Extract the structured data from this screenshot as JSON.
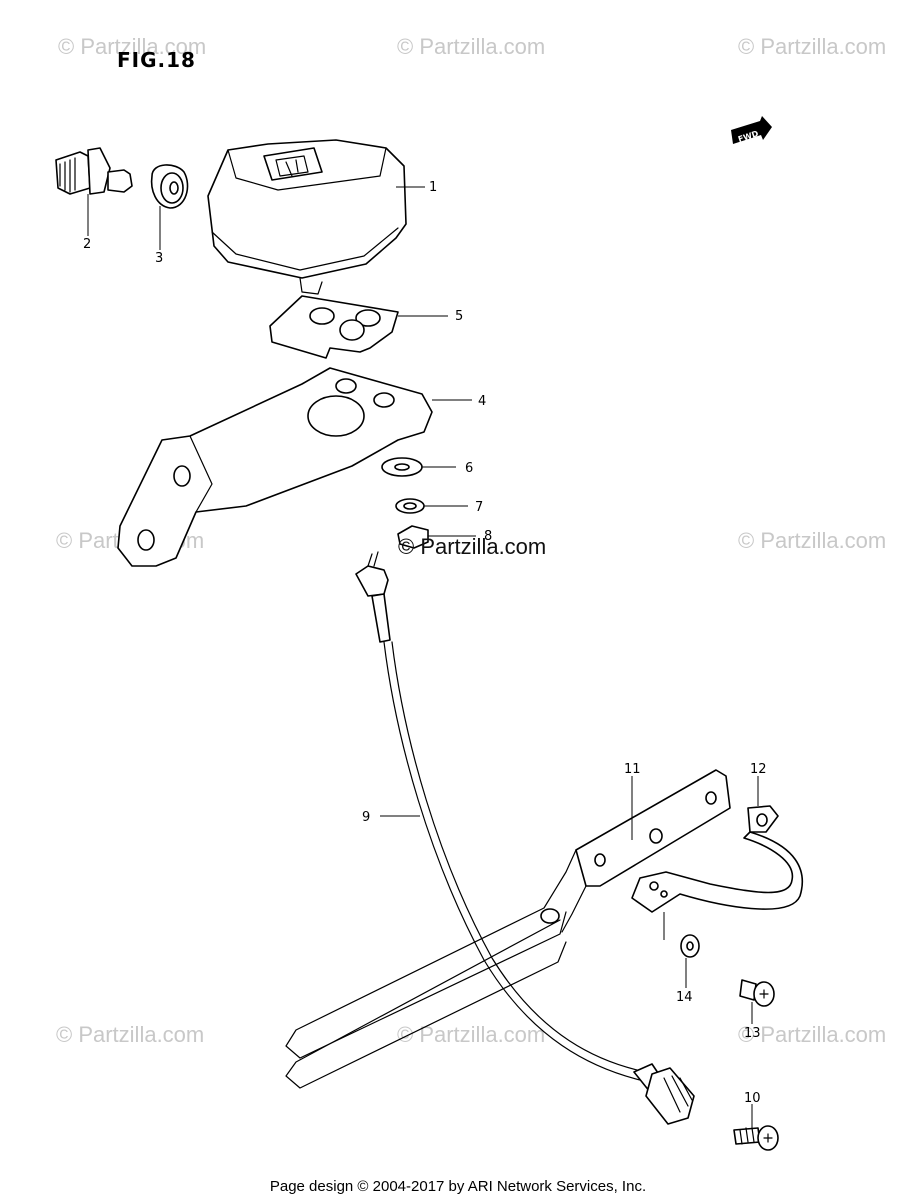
{
  "figure": {
    "title": "FIG.18"
  },
  "watermarks": {
    "top_left": "© Partzilla.com",
    "top_center": "© Partzilla.com",
    "top_right": "© Partzilla.com",
    "mid_left": "© Partzilla.com",
    "mid_center": "© Partzilla.com",
    "mid_right": "© Partzilla.com",
    "bottom_left": "© Partzilla.com",
    "bottom_center": "© Partzilla.com",
    "bottom_right": "© Partzilla.com"
  },
  "fwd_label": "FWD",
  "callouts": {
    "c1": "1",
    "c2": "2",
    "c3": "3",
    "c4": "4",
    "c5": "5",
    "c6": "6",
    "c7": "7",
    "c8": "8",
    "c9": "9",
    "c10": "10",
    "c11": "11",
    "c12": "12",
    "c13": "13",
    "c14": "14"
  },
  "footer": "Page design © 2004-2017 by ARI Network Services, Inc."
}
